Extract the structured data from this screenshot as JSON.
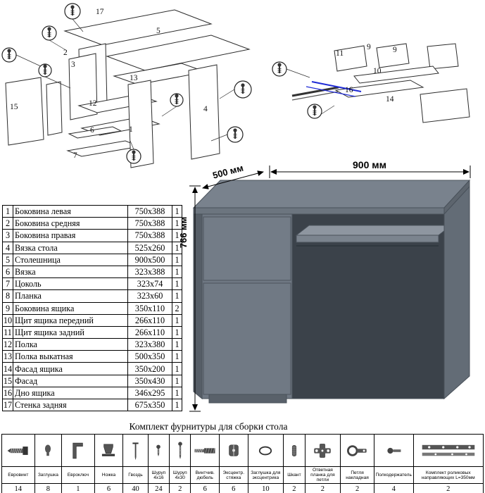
{
  "dimensions": {
    "width": "900 мм",
    "depth": "500 мм",
    "height": "766 мм"
  },
  "parts": {
    "rows": [
      {
        "num": "1",
        "name": "Боковина левая",
        "size": "750x388",
        "qty": "1"
      },
      {
        "num": "2",
        "name": "Боковина средняя",
        "size": "750x388",
        "qty": "1"
      },
      {
        "num": "3",
        "name": "Боковина правая",
        "size": "750x388",
        "qty": "1"
      },
      {
        "num": "4",
        "name": "Вязка стола",
        "size": "525x260",
        "qty": "1"
      },
      {
        "num": "5",
        "name": "Столешница",
        "size": "900x500",
        "qty": "1"
      },
      {
        "num": "6",
        "name": "Вязка",
        "size": "323x388",
        "qty": "1"
      },
      {
        "num": "7",
        "name": "Цоколь",
        "size": "323x74",
        "qty": "1"
      },
      {
        "num": "8",
        "name": "Планка",
        "size": "323x60",
        "qty": "1"
      },
      {
        "num": "9",
        "name": "Боковина ящика",
        "size": "350x110",
        "qty": "2"
      },
      {
        "num": "10",
        "name": "Щит ящика передний",
        "size": "266x110",
        "qty": "1"
      },
      {
        "num": "11",
        "name": "Щит ящика задний",
        "size": "266x110",
        "qty": "1"
      },
      {
        "num": "12",
        "name": "Полка",
        "size": "323x380",
        "qty": "1"
      },
      {
        "num": "13",
        "name": "Полка выкатная",
        "size": "500x350",
        "qty": "1"
      },
      {
        "num": "14",
        "name": "Фасад ящика",
        "size": "350x200",
        "qty": "1"
      },
      {
        "num": "15",
        "name": "Фасад",
        "size": "350x430",
        "qty": "1"
      },
      {
        "num": "16",
        "name": "Дно ящика",
        "size": "346x295",
        "qty": "1"
      },
      {
        "num": "17",
        "name": "Стенка задняя",
        "size": "675x350",
        "qty": "1"
      }
    ]
  },
  "hardware": {
    "title": "Комплект фурнитуры для сборки стола",
    "items": [
      {
        "label": "Евровинт",
        "qty": "14",
        "icon": "confirmat-screw-icon"
      },
      {
        "label": "Заглушка",
        "qty": "8",
        "icon": "cap-icon"
      },
      {
        "label": "Евроключ",
        "qty": "1",
        "icon": "hex-key-icon"
      },
      {
        "label": "Ножка",
        "qty": "6",
        "icon": "foot-icon"
      },
      {
        "label": "Гвоздь",
        "qty": "40",
        "icon": "nail-icon"
      },
      {
        "label": "Шуруп 4x16",
        "qty": "24",
        "icon": "screw-short-icon"
      },
      {
        "label": "Шуруп 4x30",
        "qty": "2",
        "icon": "screw-long-icon"
      },
      {
        "label": "Винтчив. дюбель",
        "qty": "6",
        "icon": "dowel-screw-icon"
      },
      {
        "label": "Эксцентр. стяжка",
        "qty": "6",
        "icon": "cam-lock-icon"
      },
      {
        "label": "Заглушка для эксцентрика",
        "qty": "10",
        "icon": "cam-cap-icon"
      },
      {
        "label": "Шкант",
        "qty": "2",
        "icon": "wood-dowel-icon"
      },
      {
        "label": "Ответная планка для петли",
        "qty": "2",
        "icon": "hinge-plate-icon"
      },
      {
        "label": "Петля накладная",
        "qty": "2",
        "icon": "hinge-icon"
      },
      {
        "label": "Полкодержатель",
        "qty": "4",
        "icon": "shelf-support-icon"
      },
      {
        "label": "Комплект роликовых направляющих L=350мм",
        "qty": "2",
        "icon": "drawer-slide-icon"
      }
    ]
  },
  "diagram_labels": {
    "left": [
      "17",
      "5",
      "2",
      "3",
      "13",
      "12",
      "6",
      "7",
      "1",
      "4",
      "15"
    ],
    "right": [
      "11",
      "9",
      "9",
      "10",
      "16",
      "14"
    ]
  },
  "colors": {
    "desk_gray": "#6f7883",
    "desk_dark_interior": "#3b424a",
    "guide_blue": "#1f2bd6"
  }
}
